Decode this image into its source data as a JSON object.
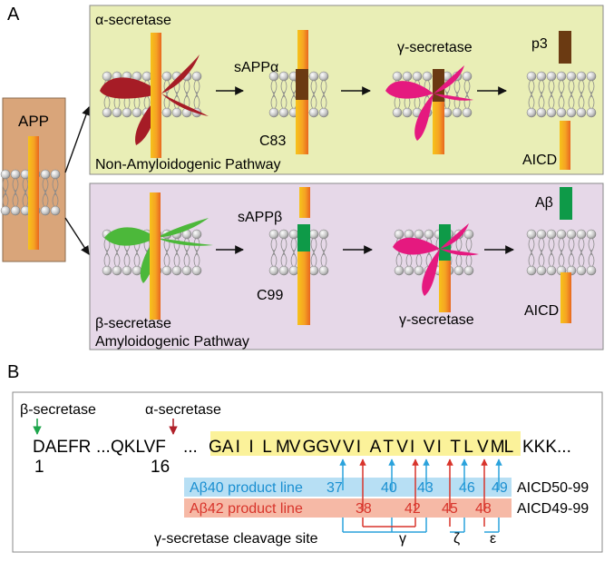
{
  "panel_a": {
    "label": "A",
    "app_label": "APP",
    "top": {
      "enzyme1": "α-secretase",
      "fragment1": "sAPPα",
      "stub": "C83",
      "enzyme2": "γ-secretase",
      "product": "p3",
      "aicd": "AICD",
      "pathway": "Non-Amyloidogenic Pathway"
    },
    "bottom": {
      "enzyme1": "β-secretase",
      "fragment1": "sAPPβ",
      "stub": "C99",
      "enzyme2": "γ-secretase",
      "product": "Aβ",
      "aicd": "AICD",
      "pathway": "Amyloidogenic Pathway"
    }
  },
  "panel_b": {
    "label": "B",
    "beta_secretase": "β-secretase",
    "alpha_secretase": "α-secretase",
    "seq_part1": "DAEFR",
    "seq_ellipsis1": "...",
    "seq_part2": "QKLVF",
    "seq_ellipsis2": "...",
    "seq_highlight_residues": [
      "G",
      "A",
      "I",
      "I",
      "L",
      "M",
      "V",
      "G",
      "G",
      "V",
      "V",
      "I",
      "A",
      "T",
      "V",
      "I",
      "V",
      "I",
      "T",
      "L",
      "V",
      "M",
      "L"
    ],
    "seq_tail": "KKK...",
    "pos1": "1",
    "pos16": "16",
    "ab40_label": "Aβ40 product  line",
    "ab40_numbers": [
      "37",
      "40",
      "43",
      "46",
      "49"
    ],
    "aicd_50": "AICD50-99",
    "ab42_label": "Aβ42 product  line",
    "ab42_numbers": [
      "38",
      "42",
      "45",
      "48"
    ],
    "aicd_49": "AICD49-99",
    "cleavage_label": "γ-secretase cleavage site",
    "site_gamma": "γ",
    "site_zeta": "ζ",
    "site_epsilon": "ε"
  },
  "colors": {
    "top_panel_bg": "#e9eeb6",
    "bottom_panel_bg": "#e6d8e8",
    "app_box_bg": "#d9a57a",
    "alpha_secretase": "#a61c26",
    "beta_secretase": "#4cb83a",
    "gamma_secretase": "#e5197f",
    "stub_dark": "#6b3a12",
    "abeta_green": "#0e9a48",
    "seq_highlight": "#fbf29a",
    "ab40_band": "#b7dff4",
    "ab42_band": "#f6b9a6",
    "blue_arrow": "#2aa2dc",
    "red_arrow": "#d8342b"
  }
}
